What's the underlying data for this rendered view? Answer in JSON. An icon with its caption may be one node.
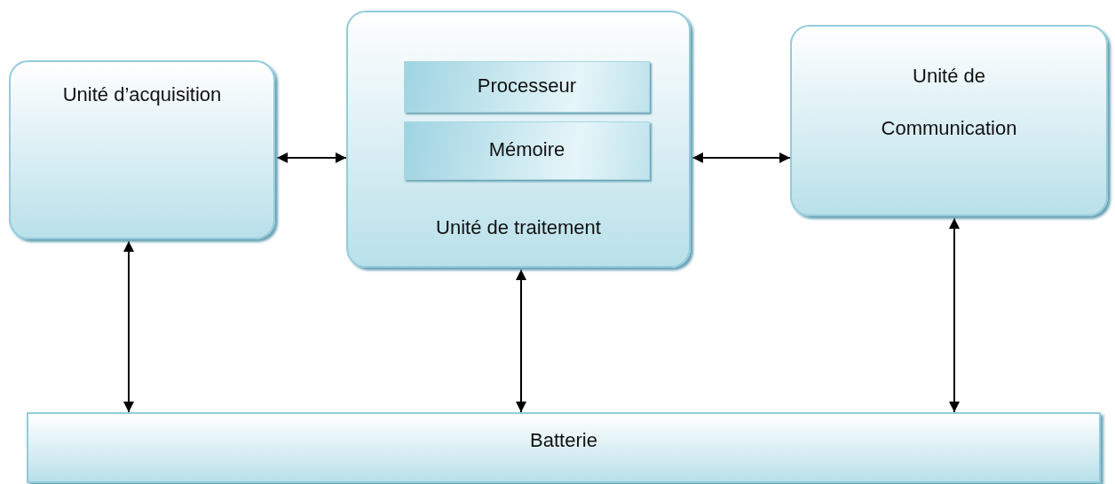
{
  "diagram": {
    "nodes": [
      {
        "text": [
          "Unité d’acquisition"
        ]
      },
      {
        "text": [
          "Unité de traitement"
        ]
      },
      {
        "text": [
          "Processeur"
        ],
        "in": 1
      },
      {
        "text": [
          "Mémoire"
        ],
        "in": 1
      },
      {
        "text": [
          "Unité de Communication"
        ]
      },
      {
        "text": [
          "Batterie"
        ]
      }
    ],
    "edges": [
      {
        "from": 0,
        "to": 1,
        "arrow": "both"
      },
      {
        "from": 1,
        "to": 4,
        "arrow": "both"
      },
      {
        "from": 0,
        "to": 5,
        "arrow": "both"
      },
      {
        "from": 1,
        "to": 5,
        "arrow": "both"
      },
      {
        "from": 4,
        "to": 5,
        "arrow": "both"
      }
    ]
  }
}
